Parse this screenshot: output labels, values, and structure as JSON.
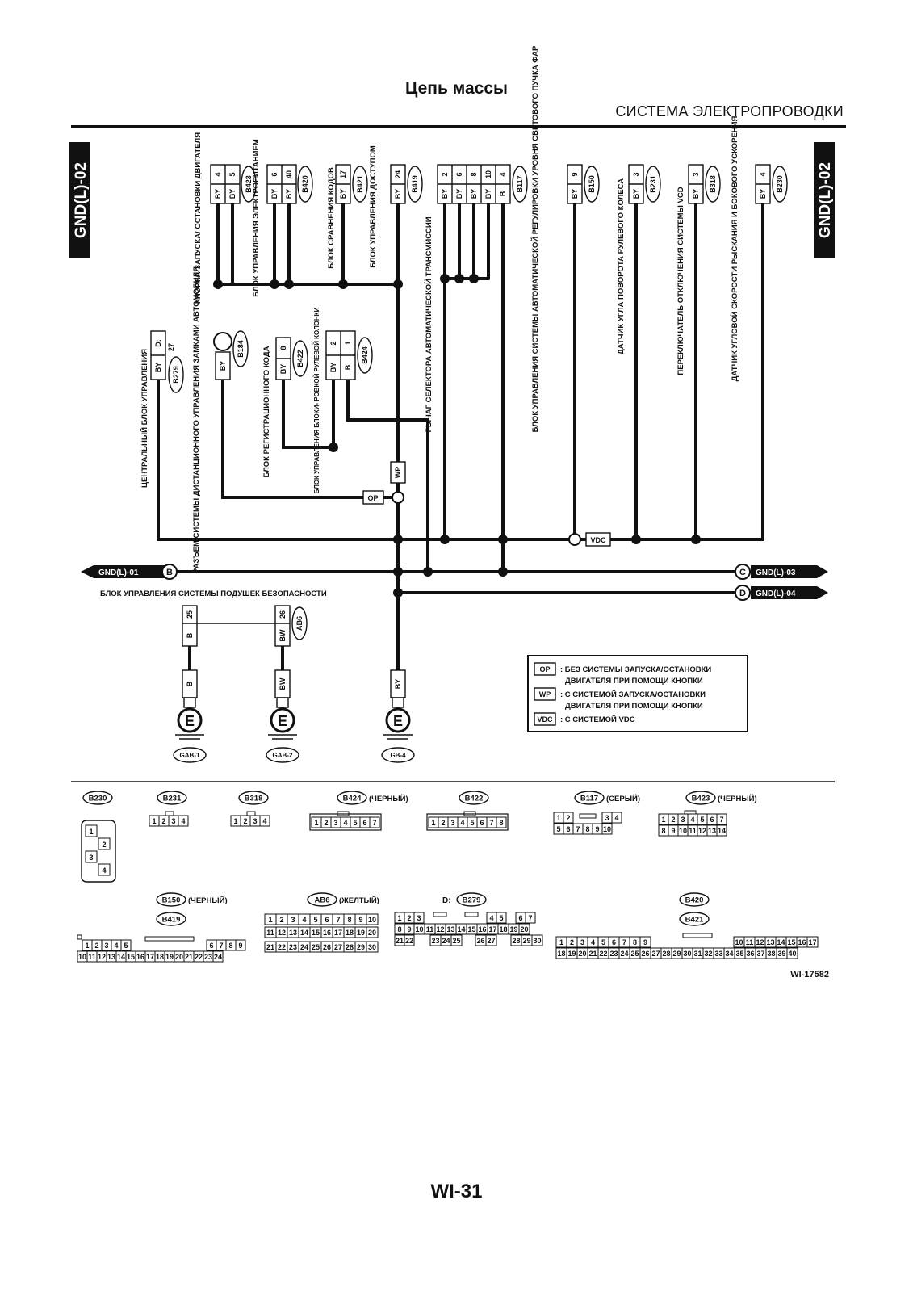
{
  "header": {
    "title": "Цепь массы",
    "section": "СИСТЕМА ЭЛЕКТРОПРОВОДКИ"
  },
  "side_tabs": {
    "left": "GND(L)-02",
    "right": "GND(L)-02"
  },
  "top_connectors": [
    {
      "name": "B423",
      "pins": [
        "4",
        "5"
      ],
      "wires": [
        "BY",
        "BY"
      ],
      "label": "КНОПКА ЗАПУСКА/ ОСТАНОВКИ ДВИГАТЕЛЯ"
    },
    {
      "name": "B420",
      "pins": [
        "6",
        "40"
      ],
      "wires": [
        "BY",
        "BY"
      ],
      "label": "БЛОК УПРАВЛЕНИЯ ЭЛЕКТРОПИТАНИЕМ"
    },
    {
      "name": "B421",
      "pins": [
        "17"
      ],
      "wires": [
        "BY"
      ],
      "label": "БЛОК СРАВНЕНИЯ КОДОВ"
    },
    {
      "name": "B419",
      "pins": [
        "24"
      ],
      "wires": [
        "BY"
      ],
      "label": "БЛОК УПРАВЛЕНИЯ ДОСТУПОМ"
    },
    {
      "name": "B117",
      "pins": [
        "2",
        "6",
        "8",
        "10",
        "4"
      ],
      "wires": [
        "BY",
        "BY",
        "BY",
        "BY",
        "B"
      ],
      "label": "РЫЧАГ СЕЛЕКТОРА АВТОМАТИЧЕСКОЙ ТРАНСМИССИИ"
    },
    {
      "name": "B150",
      "pins": [
        "9"
      ],
      "wires": [
        "BY"
      ],
      "label": "БЛОК УПРАВЛЕНИЯ СИСТЕМЫ АВТОМАТИЧЕСКОЙ РЕГУЛИРОВКИ УРОВНЯ СВЕТОВОГО ПУЧКА ФАР"
    },
    {
      "name": "B231",
      "pins": [
        "3"
      ],
      "wires": [
        "BY"
      ],
      "label": "ДАТЧИК УГЛА ПОВОРОТА РУЛЕВОГО КОЛЕСА"
    },
    {
      "name": "B318",
      "pins": [
        "3"
      ],
      "wires": [
        "BY"
      ],
      "label": "ПЕРЕКЛЮЧАТЕЛЬ ОТКЛЮЧЕНИЯ СИСТЕМЫ VCD"
    },
    {
      "name": "B230",
      "pins": [
        "4"
      ],
      "wires": [
        "BY"
      ],
      "label": "ДАТЧИК УГЛОВОЙ СКОРОСТИ РЫСКАНИЯ И БОКОВОГО УСКОРЕНИЯ"
    }
  ],
  "mid_connectors": [
    {
      "name": "B279",
      "prefix": "D:",
      "pins": [
        "27"
      ],
      "wires": [
        "BY"
      ],
      "label": "ЦЕНТРАЛЬНЫЙ БЛОК УПРАВЛЕНИЯ"
    },
    {
      "name": "B184",
      "pins": [],
      "wires": [
        "BY"
      ],
      "label": "РАЗЪЕМ СИСТЕМЫ ДИСТАНЦИОННОГО УПРАВЛЕНИЯ ЗАМКАМИ АВТОМОБИЛЯ"
    },
    {
      "name": "B422",
      "pins": [
        "8"
      ],
      "wires": [
        "BY"
      ],
      "label": "БЛОК РЕГИСТРАЦИОННОГО КОДА"
    },
    {
      "name": "B424",
      "pins": [
        "2",
        "1"
      ],
      "wires": [
        "BY",
        "B"
      ],
      "label": "БЛОК УПРАВЛЕНИЯ БЛОКИ- РОВКОЙ РУЛЕВОЙ КОЛОНКИ"
    }
  ],
  "wire_codes": {
    "op": "OP",
    "wp": "WP",
    "vdc": "VDC"
  },
  "buses": [
    {
      "name": "GND(L)-01",
      "letter": "B"
    },
    {
      "name": "GND(L)-03",
      "letter": "C"
    },
    {
      "name": "GND(L)-04",
      "letter": "D"
    }
  ],
  "airbag": {
    "label": "БЛОК УПРАВЛЕНИЯ СИСТЕМЫ ПОДУШЕК БЕЗОПАСНОСТИ",
    "connector": "AB6",
    "pins": [
      "25",
      "26"
    ],
    "wires": [
      "B",
      "BW"
    ]
  },
  "grounds": [
    {
      "name": "GAB-1",
      "symbol": "E",
      "wire": "B"
    },
    {
      "name": "GAB-2",
      "symbol": "E",
      "wire": "BW"
    },
    {
      "name": "GB-4",
      "symbol": "E",
      "wire": "BY"
    }
  ],
  "legend": [
    {
      "code": "OP",
      "text": ": БЕЗ СИСТЕМЫ ЗАПУСКА/ОСТАНОВКИ",
      "text2": "ДВИГАТЕЛЯ ПРИ ПОМОЩИ КНОПКИ"
    },
    {
      "code": "WP",
      "text": ": С СИСТЕМОЙ ЗАПУСКА/ОСТАНОВКИ",
      "text2": "ДВИГАТЕЛЯ ПРИ ПОМОЩИ КНОПКИ"
    },
    {
      "code": "VDC",
      "text": ": С СИСТЕМОЙ VDC",
      "text2": ""
    }
  ],
  "connector_faces": {
    "b230": "B230",
    "b231": "B231",
    "b318": "B318",
    "b424": "B424",
    "b424_color": "(ЧЕРНЫЙ)",
    "b422": "B422",
    "b117": "B117",
    "b117_color": "(СЕРЫЙ)",
    "b423": "B423",
    "b423_color": "(ЧЕРНЫЙ)",
    "b150": "B150",
    "b150_color": "(ЧЕРНЫЙ)",
    "b419": "B419",
    "ab6": "AB6",
    "ab6_color": "(ЖЕЛТЫЙ)",
    "b279": "B279",
    "b279_prefix": "D:",
    "b420": "B420",
    "b421": "B421"
  },
  "figure_code": "WI-17582",
  "page_number": "WI-31"
}
